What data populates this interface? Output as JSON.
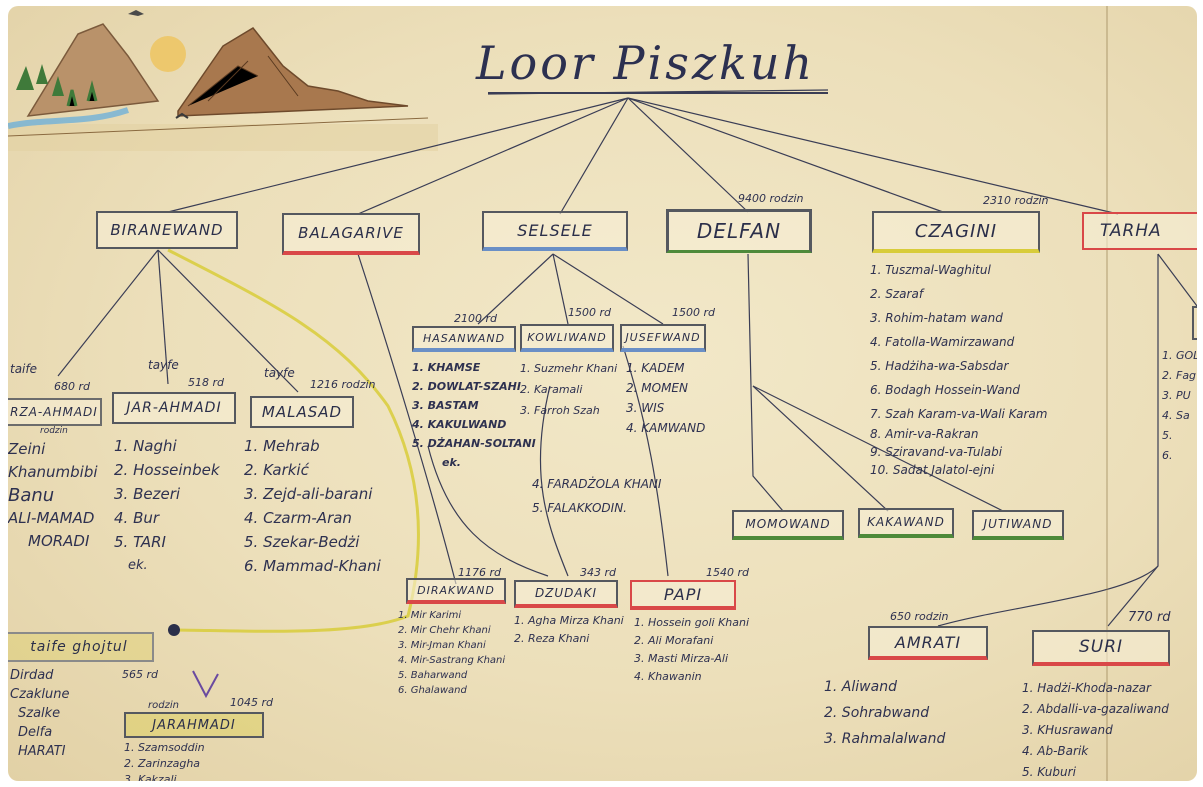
{
  "title": "Loor Piszkuh",
  "main_tribes": [
    {
      "label": "BIRANEWAND",
      "accent": "#bdbdbd"
    },
    {
      "label": "BALAGARIVE",
      "accent": "#d94848"
    },
    {
      "label": "SELSELE",
      "accent": "#6a8fc6"
    },
    {
      "label": "DELFAN",
      "accent": "#4e8a3a",
      "note": "9400 rodzin"
    },
    {
      "label": "CZAGINI",
      "accent": "#d8cc3a",
      "note": "2310 rodzin"
    },
    {
      "label": "TARHA",
      "accent": "#d94848"
    }
  ],
  "biranewand": {
    "left": {
      "taife": "taife",
      "count": "680 rd",
      "label": "RZA-AHMADI",
      "sub": "rodzin",
      "items": [
        "Zeini",
        "Khanumbibi",
        "Banu",
        "ALI-MAMAD",
        "MORADI"
      ]
    },
    "mid": {
      "taife": "tayfe",
      "count": "518 rd",
      "label": "JAR-AHMADI",
      "items": [
        "1. Naghi",
        "2. Hosseinbek",
        "3. Bezeri",
        "4. Bur",
        "5. TARI",
        "ek."
      ]
    },
    "right": {
      "taife": "tayfe",
      "count": "1216 rodzin",
      "label": "MALASAD",
      "items": [
        "1. Mehrab",
        "2. Karkić",
        "3. Zejd-ali-barani",
        "4. Czarm-Aran",
        "5. Szekar-Bedżi",
        "6. Mammad-Khani"
      ]
    },
    "ghojtul": {
      "label": "taife ghojtul",
      "count": "565 rd",
      "items": [
        "Dirdad",
        "Czaklune",
        "Szalke",
        "Delfa",
        "HARATI"
      ]
    },
    "jarahmadi2": {
      "count": "1045 rd",
      "taife": "rodzin",
      "label": "JARAHMADI",
      "items": [
        "1. Szamsoddin",
        "2. Zarinzagha",
        "3. Kakzali"
      ]
    }
  },
  "selsele": {
    "hasanwand": {
      "count": "2100 rd",
      "label": "HASANWAND",
      "items": [
        "1. KHAMSE",
        "2. DOWLAT-SZAHI",
        "3. BASTAM",
        "4. KAKULWAND",
        "5. DŻAHAN-SOLTANI",
        "ek."
      ]
    },
    "kowliwand": {
      "count": "1500 rd",
      "label": "KOWLIWAND",
      "items": [
        "1. Suzmehr Khani",
        "2. Karamali",
        "3. Farroh Szah"
      ]
    },
    "jusefwand": {
      "count": "1500 rd",
      "label": "JUSEFWAND",
      "items": [
        "1. KADEM",
        "2. MOMEN",
        "3. WIS",
        "4. KAMWAND"
      ]
    },
    "extra": [
      "4. FARADŻOLA KHANI",
      "5. FALAKKODIN."
    ]
  },
  "lower_balagarive": [
    {
      "label": "DIRAKWAND",
      "count": "1176 rd",
      "items": [
        "1. Mir Karimi",
        "2. Mir Chehr Khani",
        "3. Mir-Jman Khani",
        "4. Mir-Sastrang Khani",
        "5. Baharwand",
        "6. Ghalawand"
      ]
    },
    {
      "label": "DZUDAKI",
      "count": "343 rd",
      "items": [
        "1. Agha Mirza Khani",
        "2. Reza Khani"
      ]
    },
    {
      "label": "PAPI",
      "count": "1540 rd",
      "items": [
        "1. Hossein goli Khani",
        "2. Ali Morafani",
        "3. Masti Mirza-Ali",
        "4. Khawanin"
      ]
    }
  ],
  "delfan_subs": [
    "MOMOWAND",
    "KAKAWAND",
    "JUTIWAND"
  ],
  "czagini_items": [
    "1. Tuszmal-Waghitul",
    "2. Szaraf",
    "3. Rohim-hatam wand",
    "4. Fatolla-Wamirzawand",
    "5. Hadżiha-wa-Sabsdar",
    "6. Bodagh Hossein-Wand",
    "7. Szah Karam-va-Wali Karam",
    "8. Amir-va-Rakran",
    "9. Sziravand-va-Tulabi",
    "10. Sadat Jalatol-ejni"
  ],
  "tarha_items": [
    "1. GOL",
    "2. Fag",
    "3. PU",
    "4. Sa",
    "5.",
    "6."
  ],
  "amrati": {
    "label": "AMRATI",
    "count": "650 rodzin",
    "items": [
      "1. Aliwand",
      "2. Sohrabwand",
      "3. Rahmalalwand"
    ]
  },
  "suri": {
    "label": "SURI",
    "count": "770 rd",
    "items": [
      "1. Hadżi-Khoda-nazar",
      "2. Abdalli-va-gazaliwand",
      "3. KHusrawand",
      "4. Ab-Barik",
      "5. Kuburi"
    ]
  },
  "colors": {
    "paper": "#ecdfba",
    "ink": "#2e3150",
    "red": "#d94848",
    "blue": "#6a8fc6",
    "green": "#4e8a3a",
    "yellow": "#d8cc3a"
  }
}
